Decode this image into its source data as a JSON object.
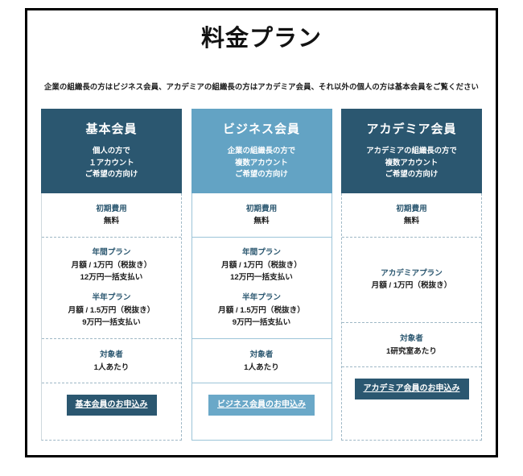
{
  "page": {
    "title": "料金プラン",
    "subtitle": "企業の組織長の方はビジネス会員、アカデミアの組織長の方はアカデミア会員、それ以外の個人の方は基本会員をご覧ください"
  },
  "colors": {
    "dark_blue": "#2b5770",
    "light_blue": "#63a3c4",
    "button_light_blue": "#6aa8c8",
    "label_blue": "#2b5770",
    "text_black": "#1b1b1b",
    "frame_black": "#000000",
    "dashed_border": "#9fb8c6",
    "solid_border": "#9cc4d8"
  },
  "plans": [
    {
      "id": "basic",
      "name": "基本会員",
      "header_desc_lines": [
        "個人の方で",
        "１アカウント",
        "ご希望の方向け"
      ],
      "initial_fee": {
        "label": "初期費用",
        "value": "無料"
      },
      "pricing_groups": [
        {
          "label": "年間プラン",
          "lines": [
            "月額 / 1万円（税抜き）",
            "12万円一括支払い"
          ]
        },
        {
          "label": "半年プラン",
          "lines": [
            "月額 / 1.5万円（税抜き）",
            "9万円一括支払い"
          ]
        }
      ],
      "audience": {
        "label": "対象者",
        "value": "1人あたり"
      },
      "cta_label": "基本会員のお申込み"
    },
    {
      "id": "business",
      "name": "ビジネス会員",
      "header_desc_lines": [
        "企業の組織長の方で",
        "複数アカウント",
        "ご希望の方向け"
      ],
      "initial_fee": {
        "label": "初期費用",
        "value": "無料"
      },
      "pricing_groups": [
        {
          "label": "年間プラン",
          "lines": [
            "月額 / 1万円（税抜き）",
            "12万円一括支払い"
          ]
        },
        {
          "label": "半年プラン",
          "lines": [
            "月額 / 1.5万円（税抜き）",
            "9万円一括支払い"
          ]
        }
      ],
      "audience": {
        "label": "対象者",
        "value": "1人あたり"
      },
      "cta_label": "ビジネス会員のお申込み"
    },
    {
      "id": "academia",
      "name": "アカデミア会員",
      "header_desc_lines": [
        "アカデミアの組織長の方で",
        "複数アカウント",
        "ご希望の方向け"
      ],
      "initial_fee": {
        "label": "初期費用",
        "value": "無料"
      },
      "pricing_groups": [
        {
          "label": "アカデミアプラン",
          "lines": [
            "月額 / 1万円（税抜き）"
          ]
        }
      ],
      "audience": {
        "label": "対象者",
        "value": "1研究室あたり"
      },
      "cta_label": "アカデミア会員のお申込み"
    }
  ]
}
